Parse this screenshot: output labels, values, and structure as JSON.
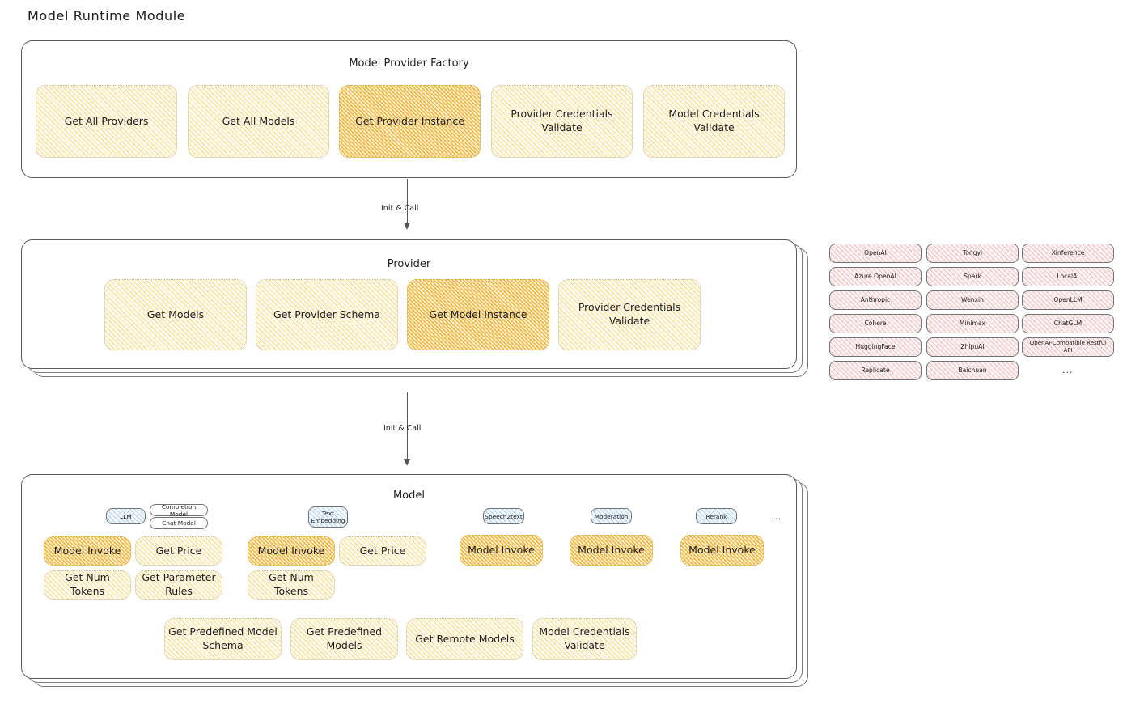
{
  "page": {
    "title": "Model Runtime Module"
  },
  "factory": {
    "title": "Model Provider Factory",
    "boxes": [
      {
        "label": "Get All Providers",
        "highlight": false
      },
      {
        "label": "Get All Models",
        "highlight": false
      },
      {
        "label": "Get Provider Instance",
        "highlight": true
      },
      {
        "label": "Provider Credentials Validate",
        "highlight": false
      },
      {
        "label": "Model Credentials Validate",
        "highlight": false
      }
    ]
  },
  "arrows": [
    {
      "label": "Init & Call"
    },
    {
      "label": "Init & Call"
    }
  ],
  "provider": {
    "title": "Provider",
    "boxes": [
      {
        "label": "Get Models",
        "highlight": false
      },
      {
        "label": "Get Provider Schema",
        "highlight": false
      },
      {
        "label": "Get Model Instance",
        "highlight": true
      },
      {
        "label": "Provider Credentials Validate",
        "highlight": false
      }
    ]
  },
  "provider_list": {
    "columns": [
      [
        "OpenAI",
        "Azure OpenAI",
        "Anthropic",
        "Cohere",
        "HuggingFace",
        "Replicate"
      ],
      [
        "Tongyi",
        "Spark",
        "Wenxin",
        "Minimax",
        "ZhipuAI",
        "Baichuan"
      ],
      [
        "Xinference",
        "LocalAI",
        "OpenLLM",
        "ChatGLM",
        "OpenAI-Compatible Restful API"
      ]
    ],
    "more": "..."
  },
  "model": {
    "title": "Model",
    "more": "...",
    "types": [
      {
        "name": "LLM",
        "subtypes": [
          "Completion Model",
          "Chat Model"
        ],
        "methods": [
          {
            "label": "Model Invoke",
            "highlight": true
          },
          {
            "label": "Get Price",
            "highlight": false
          },
          {
            "label": "Get Num Tokens",
            "highlight": false
          },
          {
            "label": "Get Parameter Rules",
            "highlight": false
          }
        ]
      },
      {
        "name": "Text Embedding",
        "subtypes": [],
        "methods": [
          {
            "label": "Model Invoke",
            "highlight": true
          },
          {
            "label": "Get Price",
            "highlight": false
          },
          {
            "label": "Get Num Tokens",
            "highlight": false
          }
        ]
      },
      {
        "name": "Speech2text",
        "subtypes": [],
        "methods": [
          {
            "label": "Model Invoke",
            "highlight": true
          }
        ]
      },
      {
        "name": "Moderation",
        "subtypes": [],
        "methods": [
          {
            "label": "Model Invoke",
            "highlight": true
          }
        ]
      },
      {
        "name": "Rerank",
        "subtypes": [],
        "methods": [
          {
            "label": "Model Invoke",
            "highlight": true
          }
        ]
      }
    ],
    "common_methods": [
      "Get Predefined Model Schema",
      "Get Predefined Models",
      "Get Remote Models",
      "Model Credentials Validate"
    ]
  },
  "colors": {
    "highlight": "#f0aa1e",
    "fill_yellow": "#f4c545",
    "fill_pink": "#e27878",
    "fill_blue": "#6eaad7",
    "stroke": "#555b5e",
    "text": "#1e1e1e"
  }
}
